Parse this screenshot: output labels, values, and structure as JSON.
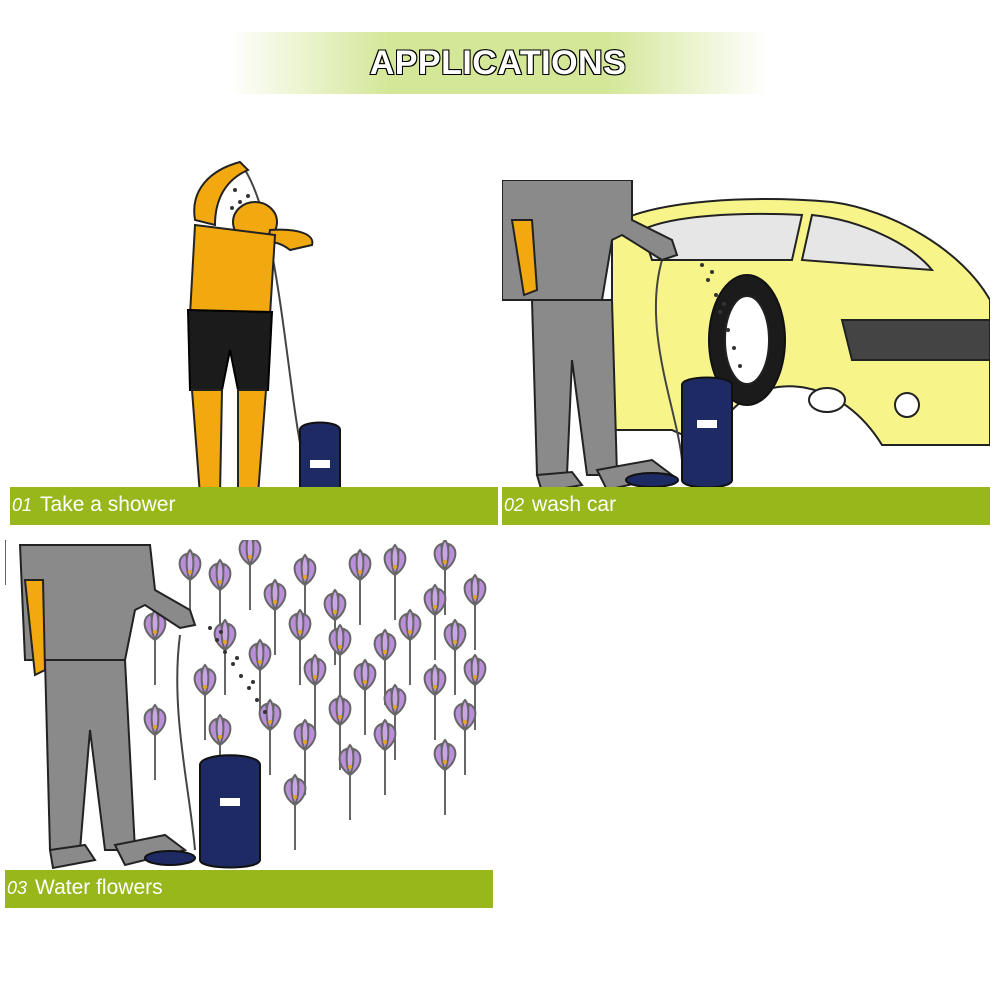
{
  "title": "APPLICATIONS",
  "colors": {
    "caption_bar": "#97b71a",
    "banner": "#cfe48c",
    "skin": "#f2a90f",
    "clothes": "#8a8a8a",
    "bag": "#1e2a63",
    "car": "#f7f58a",
    "flower": "#b98fd9"
  },
  "panels": [
    {
      "number": "01",
      "label": "Take a shower",
      "scene": "shower"
    },
    {
      "number": "02",
      "label": "wash car",
      "scene": "car-wash"
    },
    {
      "number": "03",
      "label": "Water flowers",
      "scene": "flowers"
    }
  ]
}
